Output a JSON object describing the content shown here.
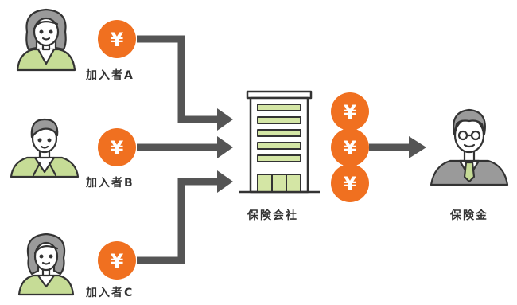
{
  "colors": {
    "yen_coin": "#F07020",
    "arrow": "#555555",
    "building_accent": "#D4E6A5",
    "person_shirt": "#C6DC96",
    "stroke": "#333333"
  },
  "subscribers": [
    {
      "label": "加入者A"
    },
    {
      "label": "加入者B"
    },
    {
      "label": "加入者C"
    }
  ],
  "insurer": {
    "label": "保険会社"
  },
  "payout": {
    "label": "保険金"
  },
  "yen_symbol": "¥"
}
